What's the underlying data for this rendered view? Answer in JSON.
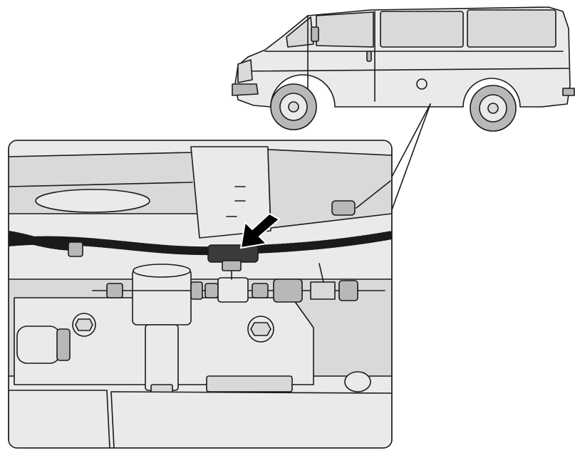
{
  "figure": {
    "subjects": [
      {
        "id": "van",
        "icon": "cargo-van-icon"
      },
      {
        "id": "detail",
        "icon": "underbody-detail-icon"
      },
      {
        "id": "pointer",
        "icon": "arrow-icon"
      }
    ],
    "colors": {
      "background": "#ffffff",
      "stroke": "#1a1a1a",
      "light_fill": "#eaeaea",
      "mid_fill": "#d9d9d9",
      "dark_fill": "#b8b8b8",
      "highlight": "#3a3a3a",
      "arrow": "#000000"
    }
  }
}
